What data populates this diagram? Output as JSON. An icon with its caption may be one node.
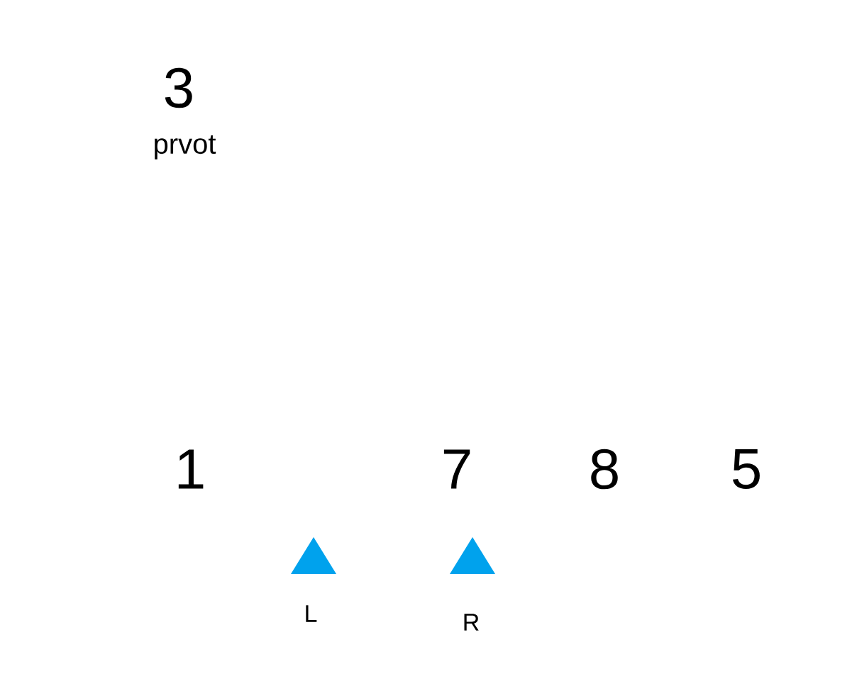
{
  "diagram": {
    "nodes": [
      {
        "text": [
          "L"
        ]
      },
      {
        "text": [
          "R"
        ]
      }
    ],
    "labels": [
      "3",
      "prvot",
      "1",
      "7",
      "8",
      "5"
    ]
  }
}
